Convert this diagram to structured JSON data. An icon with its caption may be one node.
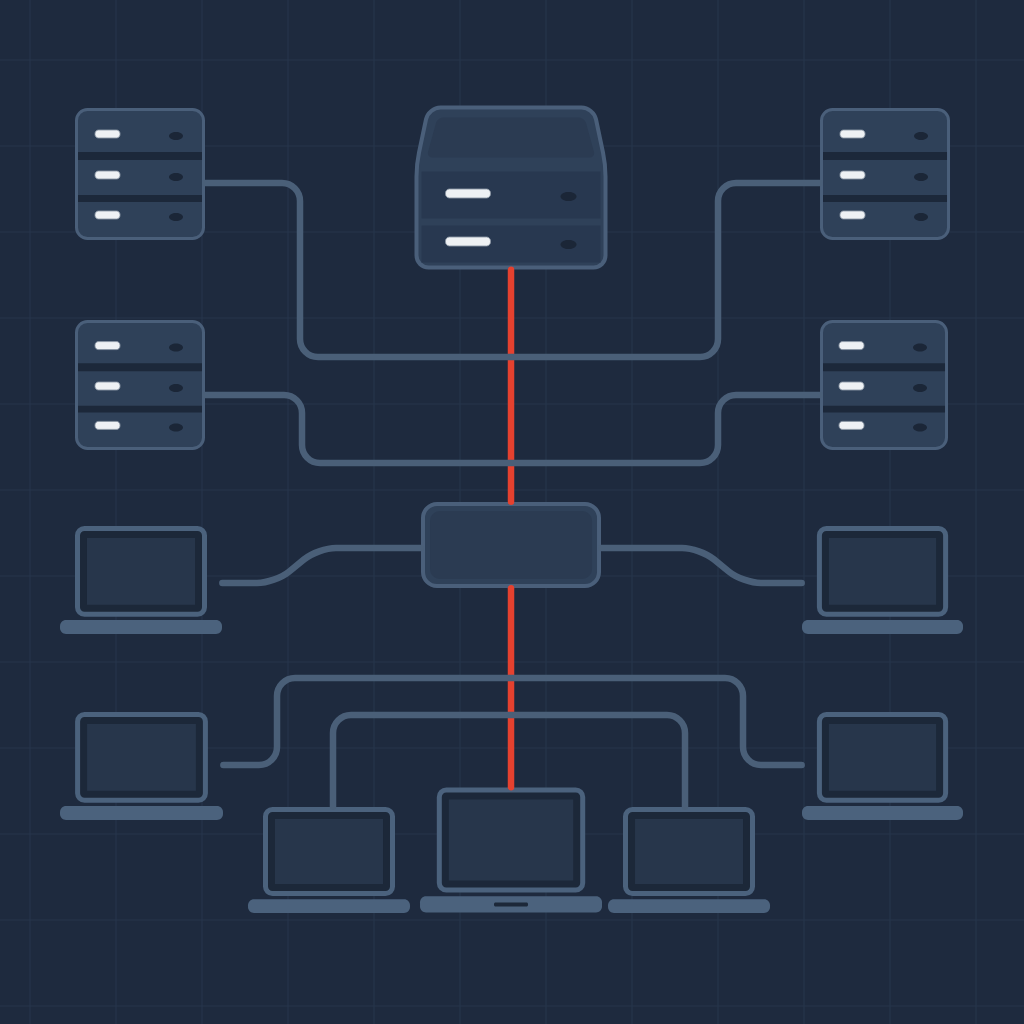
{
  "diagram": {
    "nodes": [
      {
        "text": [],
        "shape": "server"
      },
      {
        "text": [],
        "shape": "server"
      },
      {
        "text": [],
        "shape": "server"
      },
      {
        "text": [],
        "shape": "server"
      },
      {
        "text": [],
        "shape": "server"
      },
      {
        "text": [],
        "shape": "laptop"
      },
      {
        "text": [],
        "shape": "box"
      },
      {
        "text": [],
        "shape": "laptop"
      },
      {
        "text": [],
        "shape": "laptop"
      },
      {
        "text": [],
        "shape": "laptop"
      },
      {
        "text": [],
        "shape": "laptop"
      },
      {
        "text": [],
        "shape": "laptop"
      },
      {
        "text": [],
        "shape": "laptop"
      }
    ],
    "edges": [
      {
        "from": 1,
        "to": 6,
        "arrow": "none",
        "color": "#e5412f"
      },
      {
        "from": 6,
        "to": 11,
        "arrow": "none",
        "color": "#e5412f"
      },
      {
        "from": 0,
        "to": 2,
        "arrow": "none"
      },
      {
        "from": 3,
        "to": 4,
        "arrow": "none"
      },
      {
        "from": 5,
        "to": 6,
        "arrow": "none"
      },
      {
        "from": 6,
        "to": 7,
        "arrow": "none"
      },
      {
        "from": 8,
        "to": 9,
        "arrow": "none"
      },
      {
        "from": 10,
        "to": 12,
        "arrow": "none"
      }
    ]
  }
}
